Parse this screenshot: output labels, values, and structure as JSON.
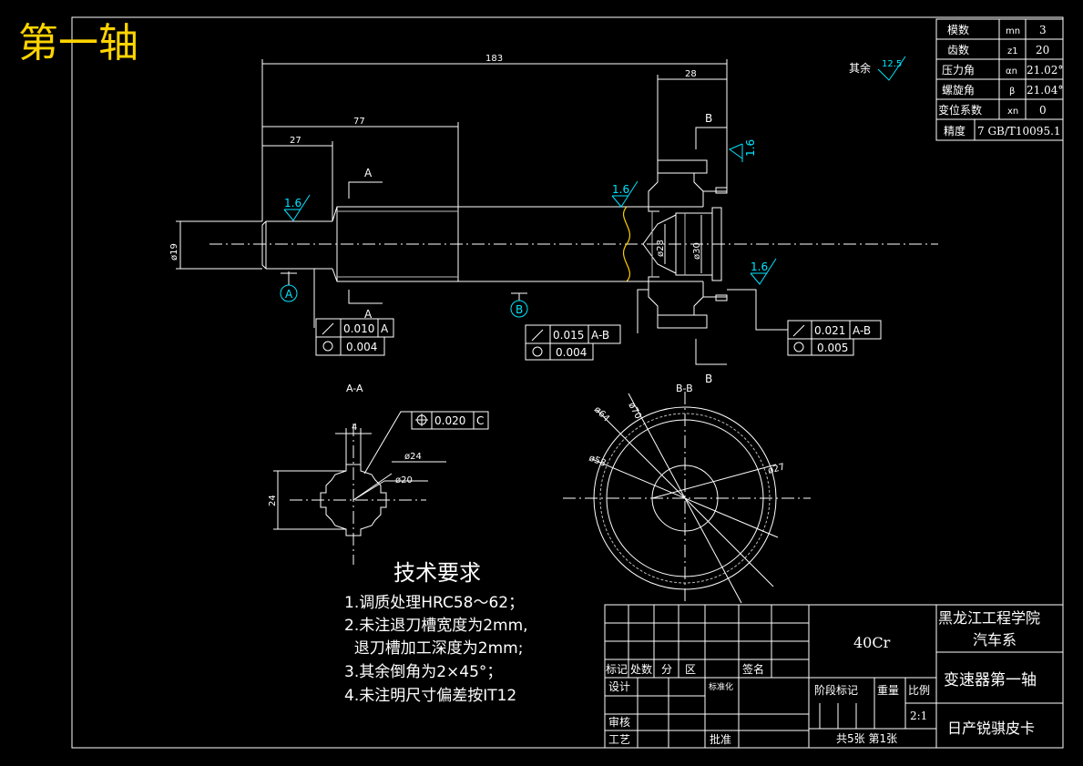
{
  "title": "第一轴",
  "roughness_note": {
    "label": "其余",
    "value": "12.5"
  },
  "params": [
    {
      "name": "模数",
      "symbol": "mn",
      "value": "3"
    },
    {
      "name": "齿数",
      "symbol": "z1",
      "value": "20"
    },
    {
      "name": "压力角",
      "symbol": "αn",
      "value": "21.02°"
    },
    {
      "name": "螺旋角",
      "symbol": "β",
      "value": "21.04°"
    },
    {
      "name": "变位系数",
      "symbol": "xn",
      "value": "0"
    },
    {
      "name": "精度",
      "symbol": "",
      "value": "7 GB/T10095.1"
    }
  ],
  "dims": {
    "d183": "183",
    "d77": "77",
    "d27": "27",
    "d28": "28",
    "dia19": "ø19",
    "dia28": "ø28",
    "dia30": "ø30",
    "d4": "4",
    "d24": "24",
    "dia24": "ø24",
    "dia20": "ø20",
    "dia70": "ø70",
    "dia64": "ø64",
    "dia58": "ø58",
    "dia27": "ø27"
  },
  "roughness": [
    "1.6",
    "1.6",
    "1.6",
    "1.6"
  ],
  "datums": [
    "A",
    "B"
  ],
  "section_marks": {
    "A": "A",
    "B": "B"
  },
  "fcf": {
    "f1": {
      "tol": "0.010",
      "ref": "A",
      "tol2": "0.004"
    },
    "f2": {
      "tol": "0.015",
      "ref": "A-B",
      "tol2": "0.004"
    },
    "f3": {
      "tol": "0.021",
      "ref": "A-B",
      "tol2": "0.005"
    },
    "f4": {
      "tol": "0.020",
      "ref": "C"
    }
  },
  "section_labels": {
    "aa": "A-A",
    "bb": "B-B"
  },
  "tech": {
    "heading": "技术要求",
    "items": [
      "1.调质处理HRC58～62；",
      "2.未注退刀槽宽度为2mm,",
      "  退刀槽加工深度为2mm;",
      "3.其余倒角为2×45°；",
      "4.未注明尺寸偏差按IT12"
    ]
  },
  "titleblock": {
    "material": "40Cr",
    "school": "黑龙江工程学院",
    "dept": "汽车系",
    "part": "变速器第一轴",
    "company": "日产锐骐皮卡",
    "rev_header": [
      "标记",
      "处数",
      "分",
      "区",
      "签名"
    ],
    "designer": "设计",
    "standardize": "标准化",
    "review": "审核",
    "process": "工艺",
    "approve": "批准",
    "stage_mark": "阶段标记",
    "weight": "重量",
    "scale_label": "比例",
    "scale": "2:1",
    "sheets": "共5张 第1张"
  }
}
